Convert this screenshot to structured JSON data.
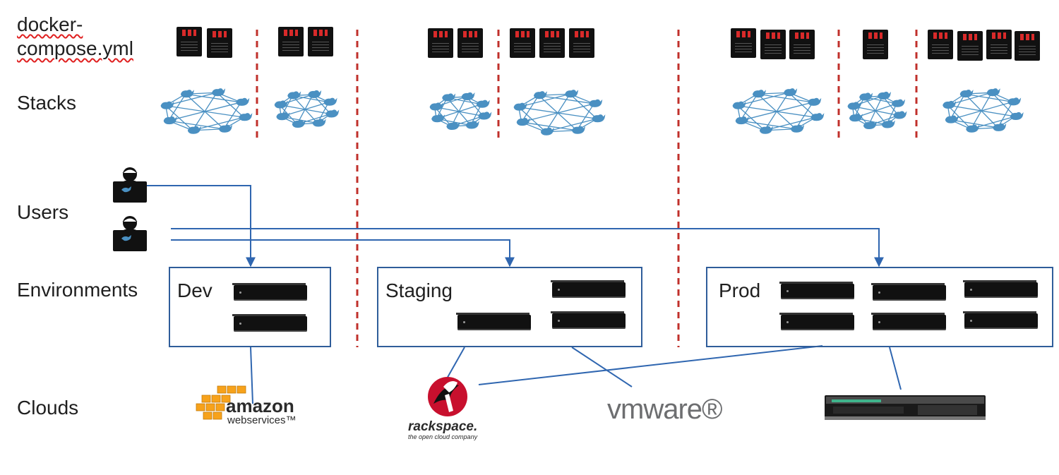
{
  "labels": {
    "compose_line1": "docker-",
    "compose_line2": "compose.yml",
    "stacks": "Stacks",
    "users": "Users",
    "environments": "Environments",
    "clouds": "Clouds"
  },
  "environments": [
    {
      "name": "Dev"
    },
    {
      "name": "Staging"
    },
    {
      "name": "Prod"
    }
  ],
  "clouds": {
    "amazon_word": "amazon",
    "amazon_sub": "webservices™",
    "rackspace_word": "rackspace.",
    "rackspace_tag": "the open cloud company",
    "vmware_word": "vmware®"
  },
  "colors": {
    "connector": "#2f66b0",
    "divider": "#c0302b",
    "network": "#4a90c2",
    "aws_orange": "#f7a21b"
  },
  "icons": [
    "compose-file-icon",
    "stack-network-icon",
    "user-laptop-icon",
    "server-icon",
    "aws-logo",
    "rackspace-logo",
    "vmware-logo",
    "rack-server-icon"
  ]
}
